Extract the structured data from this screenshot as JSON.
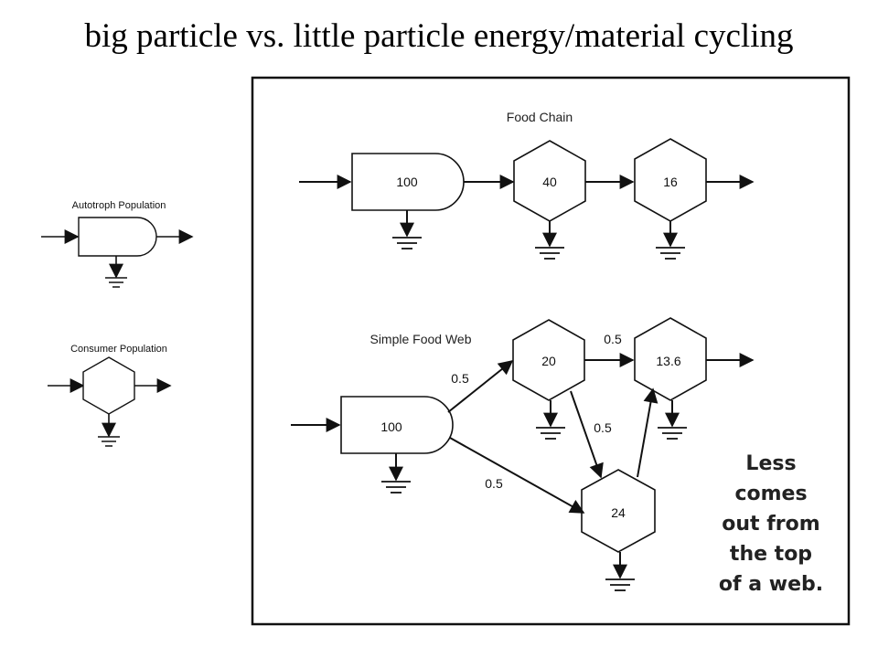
{
  "title": "big particle vs. little particle energy/material cycling",
  "legend": {
    "autotroph_label": "Autotroph Population",
    "consumer_label": "Consumer Population"
  },
  "food_chain": {
    "label": "Food  Chain",
    "nodes": [
      "100",
      "40",
      "16"
    ]
  },
  "food_web": {
    "label": "Simple  Food  Web",
    "nodes": {
      "producer": "100",
      "consumer_a": "20",
      "consumer_b": "13.6",
      "consumer_c": "24"
    },
    "flows": {
      "producer_to_a": "0.5",
      "producer_to_c": "0.5",
      "a_to_b": "0.5",
      "a_to_c": "0.5"
    }
  },
  "note_lines": [
    "Less",
    "comes",
    "out from",
    "the top",
    "of a web."
  ]
}
